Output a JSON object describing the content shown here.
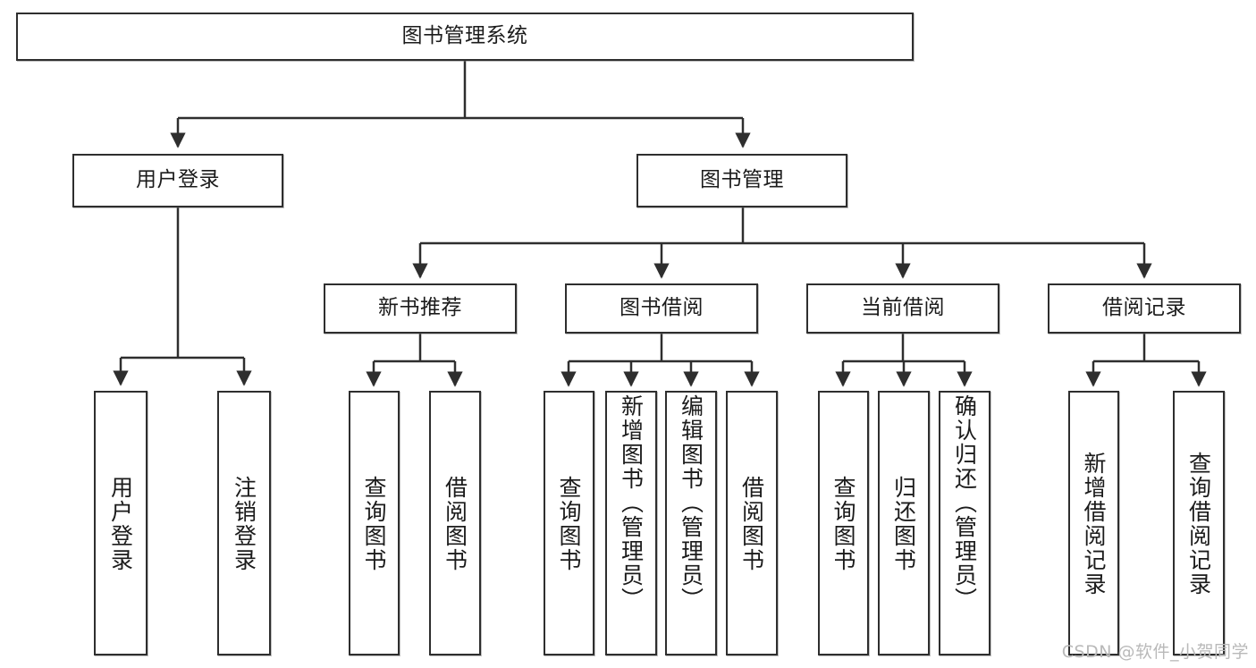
{
  "diagram": {
    "title": "图书管理系统",
    "type": "tree-hierarchy-chart",
    "root": {
      "label": "图书管理系统"
    },
    "level2": [
      {
        "label": "用户登录"
      },
      {
        "label": "图书管理"
      }
    ],
    "level3": [
      {
        "label": "新书推荐"
      },
      {
        "label": "图书借阅"
      },
      {
        "label": "当前借阅"
      },
      {
        "label": "借阅记录"
      }
    ],
    "leaves": {
      "user_login": [
        {
          "label": "用户登录"
        },
        {
          "label": "注销登录"
        }
      ],
      "new_book_recommend": [
        {
          "label": "查询图书"
        },
        {
          "label": "借阅图书"
        }
      ],
      "book_borrow": [
        {
          "label": "查询图书"
        },
        {
          "label": "新增图书（管理员）"
        },
        {
          "label": "编辑图书（管理员）"
        },
        {
          "label": "借阅图书"
        }
      ],
      "current_borrow": [
        {
          "label": "查询图书"
        },
        {
          "label": "归还图书"
        },
        {
          "label": "确认归还（管理员）"
        }
      ],
      "borrow_record": [
        {
          "label": "新增借阅记录"
        },
        {
          "label": "查询借阅记录"
        }
      ]
    }
  },
  "watermark": {
    "text": "CSDN @软件_小贺同学"
  },
  "colors": {
    "border": "#2e2e2e",
    "background": "#ffffff",
    "text": "#1b1b1b",
    "watermark": "#b9b9b9"
  }
}
